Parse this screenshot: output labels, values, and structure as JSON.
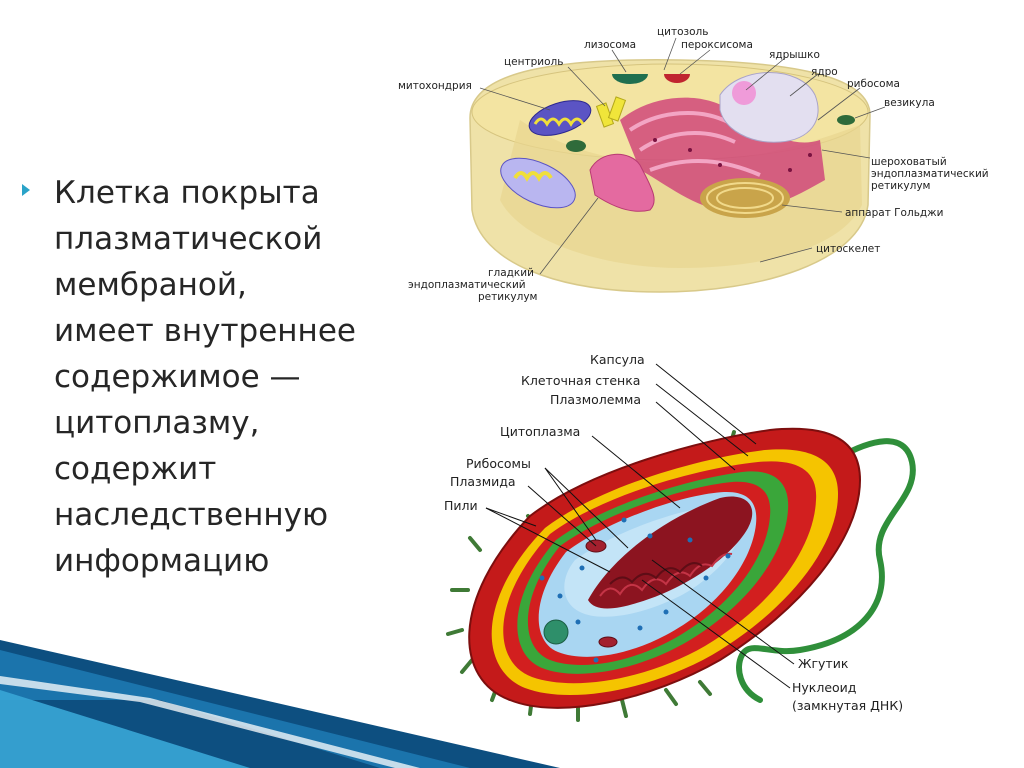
{
  "slide": {
    "bullet_lines": [
      "Клетка покрыта",
      "плазматической",
      "мембраной,",
      "имеет внутреннее",
      "содержимое —",
      "цитоплазму,",
      "содержит",
      "наследственную",
      "информацию"
    ]
  },
  "animal_cell": {
    "labels": {
      "lysosome": "лизосома",
      "cytosol": "цитозоль",
      "peroxisome": "пероксисома",
      "centriole": "центриоль",
      "nucleolus": "ядрышко",
      "nucleus": "ядро",
      "mitochondria": "митохондрия",
      "ribosome": "рибосома",
      "vesicle": "везикула",
      "rough_er_1": "шероховатый",
      "rough_er_2": "эндоплазматический",
      "rough_er_3": "ретикулум",
      "golgi": "аппарат Гольджи",
      "cytoskeleton": "цитоскелет",
      "smooth_er_1": "гладкий",
      "smooth_er_2": "эндоплазматический",
      "smooth_er_3": "ретикулум"
    }
  },
  "bacterium": {
    "labels": {
      "capsule": "Капсула",
      "cell_wall": "Клеточная стенка",
      "plasmalemma": "Плазмолемма",
      "cytoplasm": "Цитоплазма",
      "ribosomes": "Рибосомы",
      "plasmid": "Плазмида",
      "pili": "Пили",
      "flagellum": "Жгутик",
      "nucleoid_1": "Нуклеоид",
      "nucleoid_2": "(замкнутая ДНК)"
    }
  },
  "colors": {
    "bullet_accent": "#2aa3c8",
    "stripe_dark": "#0d4f80",
    "stripe_light": "#38a6d6",
    "capsule_red": "#d21f1f",
    "cell_wall_yellow": "#f5c400",
    "plasmalemma_green": "#3aa63a",
    "cytoplasm_blue": "#a9d6f2",
    "nucleoid_red": "#8c1420",
    "flagellum_green": "#2f8f3a",
    "cell_cream": "#efe0a4",
    "er_pink": "#d0487a"
  }
}
